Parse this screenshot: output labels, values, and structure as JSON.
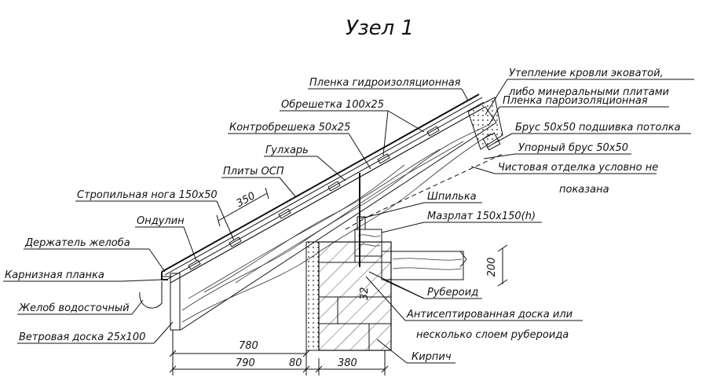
{
  "title": "Узел 1",
  "labels": {
    "insulation_1": "Утепление кровли эковатой,",
    "insulation_2": "либо минеральными плитами",
    "waterproof_film": "Пленка гидроизоляционная",
    "vapor_film": "Пленка пароизоляционная",
    "batten": "Обрешетка 100х25",
    "ceiling_beam": "Брус 50х50 подшивка потолка",
    "counter_batten": "Контробрешека 50х25",
    "stop_beam": "Упорный брус 50х50",
    "nut": "Гулхарь",
    "finish_1": "Чистовая отделка условно не",
    "finish_2": "показана",
    "osb": "Плиты ОСП",
    "rafter": "Стропильная нога 150х50",
    "stud": "Шпилька",
    "mauerlat": "Мазрлат 150х150(h)",
    "ondulin": "Ондулин",
    "gutter_holder": "Держатель желоба",
    "eave_strip": "Карнизная планка",
    "roofing_felt": "Рубероид",
    "gutter": "Желоб водосточный",
    "antiseptic_1": "Антисептированная доска или",
    "antiseptic_2": "несколько слоем рубероида",
    "wind_board": "Ветровая доска 25х100",
    "brick": "Кирпич"
  },
  "dimensions": {
    "d350": "350",
    "d200": "200",
    "d32": "32",
    "d780": "780",
    "d790": "790",
    "d80": "80",
    "d380": "380"
  }
}
